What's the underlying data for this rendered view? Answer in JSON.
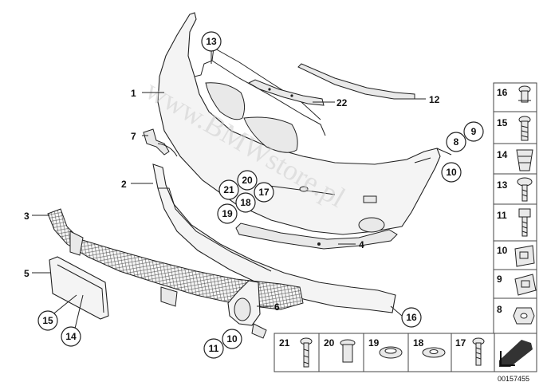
{
  "watermark": "www.BMWstore.pl",
  "diagram_code": "00157455",
  "labels": {
    "l1": "1",
    "l2": "2",
    "l3": "3",
    "l4": "4",
    "l5": "5",
    "l6": "6",
    "l7": "7",
    "l8": "8",
    "l9": "9",
    "l10a": "10",
    "l10b": "10",
    "l11": "11",
    "l12": "12",
    "l13": "13",
    "l14": "14",
    "l15": "15",
    "l16": "16",
    "l17": "17",
    "l18": "18",
    "l19": "19",
    "l20": "20",
    "l21": "21",
    "l22": "22"
  },
  "side_panel": [
    "16",
    "15",
    "14",
    "13",
    "11",
    "10",
    "9",
    "8"
  ],
  "bottom_panel": [
    "21",
    "20",
    "19",
    "18",
    "17"
  ]
}
